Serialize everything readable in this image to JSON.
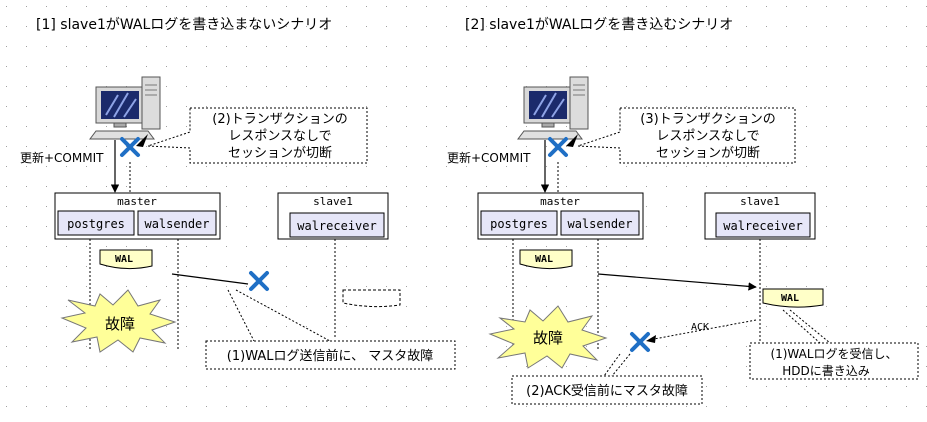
{
  "scenario1": {
    "title": "[1] slave1がWALログを書き込まないシナリオ",
    "client_op": "更新+COMMIT",
    "callout_lines": [
      "(2)トランザクションの",
      "レスポンスなしで",
      "セッションが切断"
    ],
    "master_label": "master",
    "master_proc1": "postgres",
    "master_proc2": "walsender",
    "slave_label": "slave1",
    "slave_proc": "walreceiver",
    "wal_tag": "WAL",
    "failure_label": "故障",
    "bottom_note": "(1)WALログ送信前に、 マスタ故障"
  },
  "scenario2": {
    "title": "[2] slave1がWALログを書き込むシナリオ",
    "client_op": "更新+COMMIT",
    "callout_lines": [
      "(3)トランザクションの",
      "レスポンスなしで",
      "セッションが切断"
    ],
    "master_label": "master",
    "master_proc1": "postgres",
    "master_proc2": "walsender",
    "slave_label": "slave1",
    "slave_proc": "walreceiver",
    "wal_tag_master": "WAL",
    "wal_tag_slave": "WAL",
    "failure_label": "故障",
    "ack_label": "ACK",
    "ack_note": "(2)ACK受信前にマスタ故障",
    "slave_note_lines": [
      "(1)WALログを受信し、",
      "HDDに書き込み"
    ]
  },
  "colors": {
    "process_fill": "#e6e6f8",
    "wal_fill": "#ffffc8",
    "burst_fill": "#ffff99",
    "cross": "#1f6fc5",
    "grid_dot": "#a0a0a0"
  }
}
